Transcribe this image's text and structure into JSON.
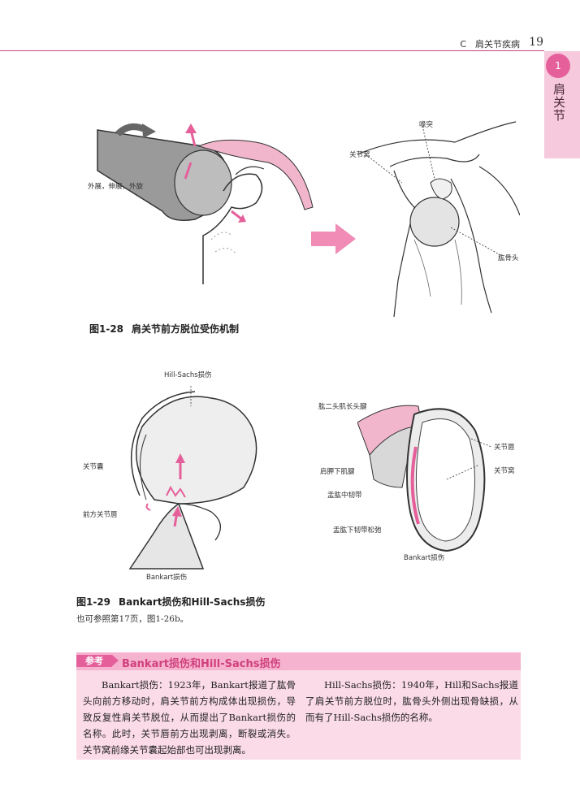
{
  "header": {
    "section": "C　肩关节疾病",
    "page": "19"
  },
  "side_tab": {
    "number": "1",
    "label": "肩关节"
  },
  "fig28": {
    "labels": {
      "motion": "外展，伸展，外旋",
      "coracoid": "喙突",
      "glenoid": "关节窝",
      "humeral_head": "肱骨头"
    },
    "caption_num": "图1-28",
    "caption_text": "肩关节前方脱位受伤机制"
  },
  "fig29": {
    "labels": {
      "hill_sachs": "Hill-Sachs损伤",
      "capsule": "关节囊",
      "ant_labrum": "前方关节唇",
      "bankart_left": "Bankart损伤",
      "biceps": "肱二头肌长头腱",
      "subscap": "肩胛下肌腱",
      "mghl": "盂肱中韧带",
      "ighl": "盂肱下韧带松弛",
      "bankart_right": "Bankart损伤",
      "labrum": "关节唇",
      "glenoid": "关节窝"
    },
    "caption_num": "图1-29",
    "caption_text": "Bankart损伤和Hill-Sachs损伤",
    "note": "也可参照第17页，图1-26b。"
  },
  "reference": {
    "tag": "参考",
    "title": "Bankart损伤和Hill-Sachs损伤",
    "left": "Bankart损伤：1923年，Bankart报道了肱骨头向前方移动时，肩关节前方构成体出现损伤，导致反复性肩关节脱位，从而提出了Bankart损伤的名称。此时，关节唇前方出现剥离，断裂或消失。关节窝前缘关节囊起始部也可出现剥离。",
    "right": "Hill-Sachs损伤：1940年，Hill和Sachs报道了肩关节前方脱位时，肱骨头外侧出现骨缺损，从而有了Hill-Sachs损伤的名称。"
  },
  "colors": {
    "accent": "#d0407c",
    "pink": "#e5609b",
    "light_pink": "#fbdbe8"
  }
}
